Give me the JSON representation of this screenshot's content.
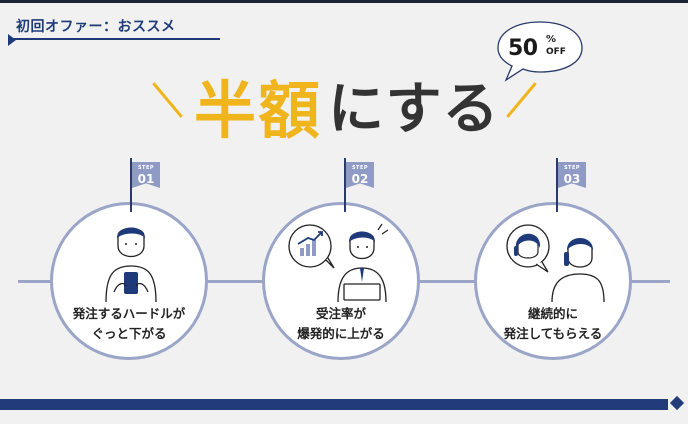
{
  "tag": {
    "label": "初回オファー：おススメ"
  },
  "headline": {
    "highlight": "半額",
    "rest": "にする"
  },
  "badge": {
    "number": "50",
    "percent": "%",
    "off": "OFF"
  },
  "steps": [
    {
      "flag_label": "STEP",
      "flag_num": "01",
      "caption_line1": "発注するハードルが",
      "caption_line2": "ぐっと下がる"
    },
    {
      "flag_label": "STEP",
      "flag_num": "02",
      "caption_line1": "受注率が",
      "caption_line2": "爆発的に上がる"
    },
    {
      "flag_label": "STEP",
      "flag_num": "03",
      "caption_line1": "継続的に",
      "caption_line2": "発注してもらえる"
    }
  ],
  "colors": {
    "accent": "#f0b41c",
    "navy": "#223b7a",
    "ring": "#9aa5c7",
    "flag": "#8f9bc4"
  }
}
